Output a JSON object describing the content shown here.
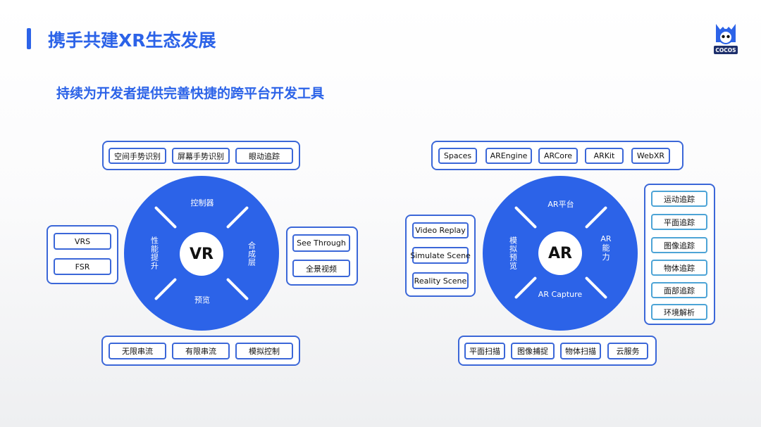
{
  "header": {
    "title": "携手共建XR生态发展",
    "subtitle": "持续为开发者提供完善快捷的跨平台开发工具",
    "logo_text": "COCOS"
  },
  "vr": {
    "center": "VR",
    "top_chips": [
      "空间手势识别",
      "屏幕手势识别",
      "眼动追踪"
    ],
    "left_chips": [
      "VRS",
      "FSR"
    ],
    "right_chips": [
      "See Through",
      "全景视频"
    ],
    "bottom_chips": [
      "无限串流",
      "有限串流",
      "模拟控制"
    ],
    "ring": {
      "top": "控制器",
      "left": "性能提升",
      "right": "合成层",
      "bottom": "预览"
    }
  },
  "ar": {
    "center": "AR",
    "top_chips": [
      "Spaces",
      "AREngine",
      "ARCore",
      "ARKit",
      "WebXR"
    ],
    "left_chips": [
      "Video Replay",
      "Simulate Scene",
      "Reality Scene"
    ],
    "right_chips": [
      "运动追踪",
      "平面追踪",
      "图像追踪",
      "物体追踪",
      "面部追踪",
      "环境解析"
    ],
    "bottom_chips": [
      "平面扫描",
      "图像捕捉",
      "物体扫描",
      "云服务"
    ],
    "ring": {
      "top": "AR平台",
      "left": "模拟预览",
      "right_line1": "AR",
      "right_line2": "能",
      "right_line3": "力",
      "bottom": "AR Capture"
    }
  },
  "colors": {
    "primary_blue": "#2c63e8",
    "border_blue": "#3b67d8",
    "chip_cyan": "#4da4d6"
  }
}
